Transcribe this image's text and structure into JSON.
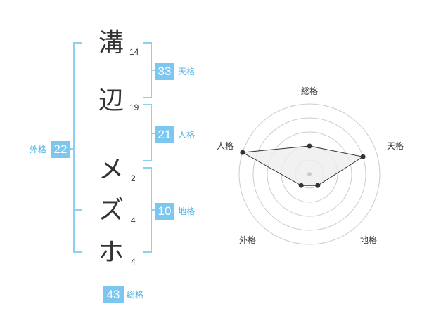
{
  "colors": {
    "bracket": "#8ecff2",
    "badge_bg": "#7cc7f0",
    "label_text": "#4fb4e6",
    "text": "#333333",
    "radar_ring": "#cccccc",
    "radar_fill": "#eeeeee",
    "radar_line": "#333333"
  },
  "name": {
    "characters": [
      {
        "char": "溝",
        "strokes": "14"
      },
      {
        "char": "辺",
        "strokes": "19"
      },
      {
        "char": "メ",
        "strokes": "2"
      },
      {
        "char": "ズ",
        "strokes": "4"
      },
      {
        "char": "ホ",
        "strokes": "4"
      }
    ]
  },
  "fortunes": {
    "ten": {
      "value": "33",
      "label": "天格"
    },
    "jin": {
      "value": "21",
      "label": "人格"
    },
    "chi": {
      "value": "10",
      "label": "地格"
    },
    "gai": {
      "value": "22",
      "label": "外格"
    },
    "so": {
      "value": "43",
      "label": "総格"
    }
  },
  "chart_data": {
    "type": "radar",
    "axes": [
      "総格",
      "天格",
      "地格",
      "外格",
      "人格"
    ],
    "levels": 5,
    "values": [
      2,
      4,
      1,
      1,
      5
    ],
    "max": 5
  }
}
